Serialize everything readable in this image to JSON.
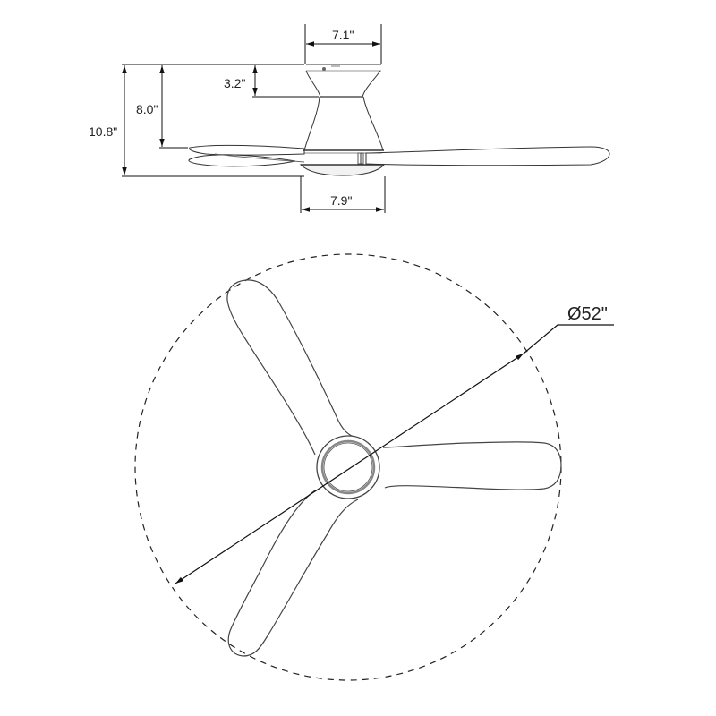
{
  "diagram": {
    "subject": "Ceiling fan dimension drawing",
    "side_view": {
      "dimensions": {
        "canopy_width": "7.1\"",
        "canopy_height": "3.2\"",
        "body_height": "8.0\"",
        "total_height": "10.8\"",
        "light_kit_width": "7.9\""
      }
    },
    "top_view": {
      "blade_count": 3,
      "blade_span_diameter": "Ø52\""
    },
    "colors": {
      "line": "#333333",
      "dim_line": "#111111",
      "background": "#ffffff"
    }
  }
}
